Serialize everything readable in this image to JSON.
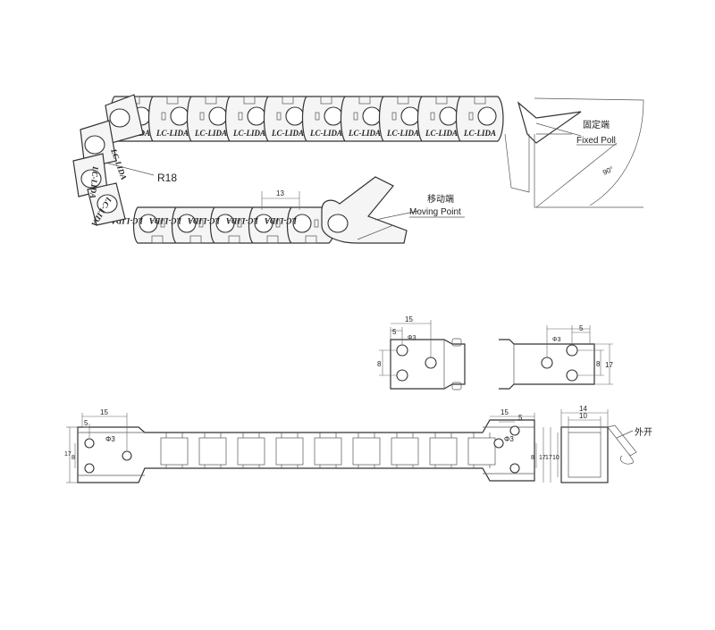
{
  "chain_view": {
    "brand": "LC-LIDA",
    "radius_label": "R18",
    "pitch_label": "13",
    "fixed_label_cn": "固定端",
    "fixed_label_en": "Fixed Poll",
    "moving_label_cn": "移动端",
    "moving_label_en": "Moving Point",
    "angle_label": "90°"
  },
  "end_views": {
    "left": {
      "dim_15": "15",
      "dim_5": "5",
      "dim_8": "8",
      "hole": "Φ3"
    },
    "right": {
      "dim_5": "5",
      "dim_8": "8",
      "dim_17": "17",
      "hole": "Φ3"
    }
  },
  "straight_view": {
    "dim_15_left": "15",
    "dim_5_left": "5",
    "hole_left": "Φ3",
    "dim_17_left": "17",
    "dim_8_left": "8",
    "dim_15_right": "15",
    "dim_5_right": "5",
    "hole_right": "Φ3",
    "dim_8_right": "8",
    "dim_17_right": "17"
  },
  "cross_section": {
    "width_outer": "14",
    "width_inner": "10",
    "height_outer": "17",
    "height_inner": "10",
    "open_label": "外开"
  }
}
